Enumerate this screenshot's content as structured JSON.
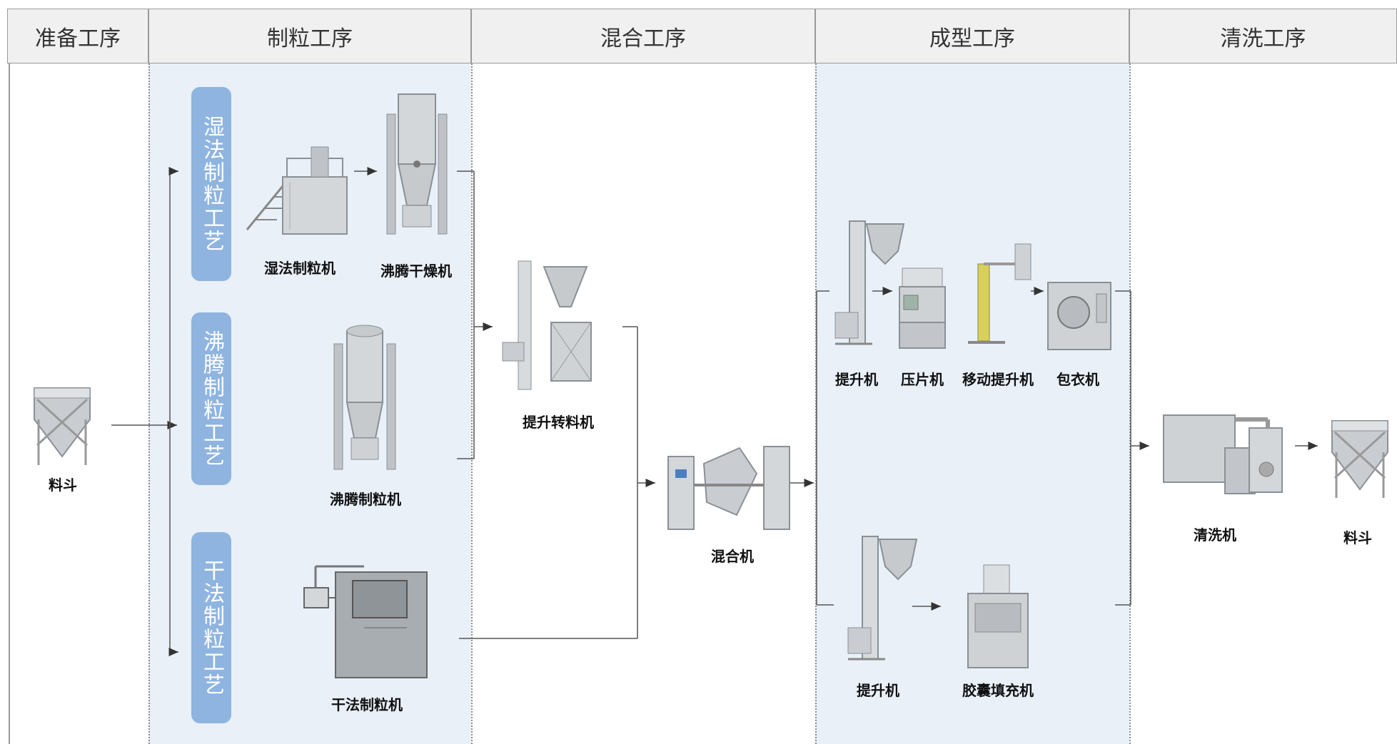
{
  "stages": [
    "准备工序",
    "制粒工序",
    "混合工序",
    "成型工序",
    "清洗工序"
  ],
  "processes": {
    "wet": "湿法制粒工艺",
    "fluid": "沸腾制粒工艺",
    "dry": "干法制粒工艺"
  },
  "labels": {
    "hopper_start": "料斗",
    "wet_granulator": "湿法制粒机",
    "fluid_dryer": "沸腾干燥机",
    "fluid_granulator": "沸腾制粒机",
    "dry_granulator": "干法制粒机",
    "lift_transfer": "提升转料机",
    "mixer": "混合机",
    "lifter_1": "提升机",
    "tablet_press": "压片机",
    "mobile_lifter": "移动提升机",
    "coater": "包衣机",
    "lifter_2": "提升机",
    "capsule_filler": "胶囊填充机",
    "washer": "清洗机",
    "hopper_end": "料斗"
  },
  "colors": {
    "band": "#e9f0f8",
    "pill": "#8fb4e0",
    "header": "#f0f0f0",
    "line": "#555555"
  }
}
